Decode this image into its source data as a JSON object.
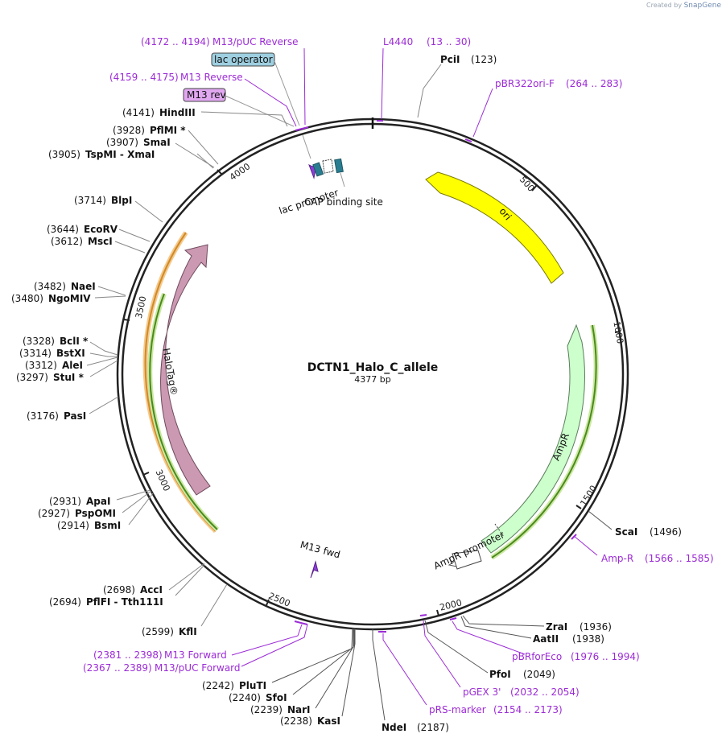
{
  "watermark": {
    "prefix": "Created by",
    "brand": "SnapGene"
  },
  "plasmid": {
    "name": "DCTN1_Halo_C_allele",
    "length_label": "4377 bp"
  },
  "ticks": [
    {
      "label": "500"
    },
    {
      "label": "1000"
    },
    {
      "label": "1500"
    },
    {
      "label": "2000"
    },
    {
      "label": "2500"
    },
    {
      "label": "3000"
    },
    {
      "label": "3500"
    },
    {
      "label": "4000"
    }
  ],
  "features": {
    "ori": {
      "label": "ori",
      "color": "#ffff00"
    },
    "ampr": {
      "label": "AmpR",
      "color": "#ccffcc"
    },
    "ampr_promoter": {
      "label": "AmpR promoter"
    },
    "halotag": {
      "label": "HaloTag®",
      "color": "#cc99b2"
    },
    "lac_promoter": {
      "label": "lac promoter"
    },
    "cap_site": {
      "label": "CAP binding site"
    },
    "m13_fwd": {
      "label": "M13 fwd"
    },
    "lac_operator": {
      "label": "lac operator"
    },
    "m13_rev": {
      "label": "M13 rev"
    }
  },
  "enzymes": [
    {
      "id": "pcii",
      "name": "PciI",
      "pos": "(123)"
    },
    {
      "id": "scai",
      "name": "ScaI",
      "pos": "(1496)"
    },
    {
      "id": "zrai",
      "name": "ZraI",
      "pos": "(1936)"
    },
    {
      "id": "aatii",
      "name": "AatII",
      "pos": "(1938)"
    },
    {
      "id": "pfoi",
      "name": "PfoI",
      "pos": "(2049)"
    },
    {
      "id": "ndei",
      "name": "NdeI",
      "pos": "(2187)"
    },
    {
      "id": "kasi",
      "name": "KasI",
      "pos": "(2238)"
    },
    {
      "id": "nari",
      "name": "NarI",
      "pos": "(2239)"
    },
    {
      "id": "sfoi",
      "name": "SfoI",
      "pos": "(2240)"
    },
    {
      "id": "pluti",
      "name": "PluTI",
      "pos": "(2242)"
    },
    {
      "id": "kfli",
      "name": "KflI",
      "pos": "(2599)"
    },
    {
      "id": "pflfi",
      "name": "PflFI - Tth111I",
      "pos": "(2694)"
    },
    {
      "id": "acci",
      "name": "AccI",
      "pos": "(2698)"
    },
    {
      "id": "bsmi",
      "name": "BsmI",
      "pos": "(2914)"
    },
    {
      "id": "pspomi",
      "name": "PspOMI",
      "pos": "(2927)"
    },
    {
      "id": "apai",
      "name": "ApaI",
      "pos": "(2931)"
    },
    {
      "id": "pasi",
      "name": "PasI",
      "pos": "(3176)"
    },
    {
      "id": "stui",
      "name": "StuI *",
      "pos": "(3297)"
    },
    {
      "id": "alei",
      "name": "AleI",
      "pos": "(3312)"
    },
    {
      "id": "bstxi",
      "name": "BstXI",
      "pos": "(3314)"
    },
    {
      "id": "bcli",
      "name": "BclI *",
      "pos": "(3328)"
    },
    {
      "id": "ngomiv",
      "name": "NgoMIV",
      "pos": "(3480)"
    },
    {
      "id": "naei",
      "name": "NaeI",
      "pos": "(3482)"
    },
    {
      "id": "msci",
      "name": "MscI",
      "pos": "(3612)"
    },
    {
      "id": "ecorv",
      "name": "EcoRV",
      "pos": "(3644)"
    },
    {
      "id": "blpi",
      "name": "BlpI",
      "pos": "(3714)"
    },
    {
      "id": "tspmi",
      "name": "TspMI - XmaI",
      "pos": "(3905)"
    },
    {
      "id": "smai",
      "name": "SmaI",
      "pos": "(3907)"
    },
    {
      "id": "pflmi",
      "name": "PflMI *",
      "pos": "(3928)"
    },
    {
      "id": "hindiii",
      "name": "HindIII",
      "pos": "(4141)"
    }
  ],
  "primers": [
    {
      "id": "l4440",
      "name": "L4440",
      "range": "(13 .. 30)"
    },
    {
      "id": "pbr322ori",
      "name": "pBR322ori-F",
      "range": "(264 .. 283)"
    },
    {
      "id": "ampr_primer",
      "name": "Amp-R",
      "range": "(1566 .. 1585)"
    },
    {
      "id": "pbrforeco",
      "name": "pBRforEco",
      "range": "(1976 .. 1994)"
    },
    {
      "id": "pgex3",
      "name": "pGEX 3'",
      "range": "(2032 .. 2054)"
    },
    {
      "id": "prs",
      "name": "pRS-marker",
      "range": "(2154 .. 2173)"
    },
    {
      "id": "m13forward",
      "name": "M13 Forward",
      "range": "(2381 .. 2398)"
    },
    {
      "id": "m13puc_fwd",
      "name": "M13/pUC Forward",
      "range": "(2367 .. 2389)"
    },
    {
      "id": "m13reverse",
      "name": "M13 Reverse",
      "range": "(4159 .. 4175)"
    },
    {
      "id": "m13puc_rev",
      "name": "M13/pUC Reverse",
      "range": "(4172 .. 4194)"
    }
  ]
}
